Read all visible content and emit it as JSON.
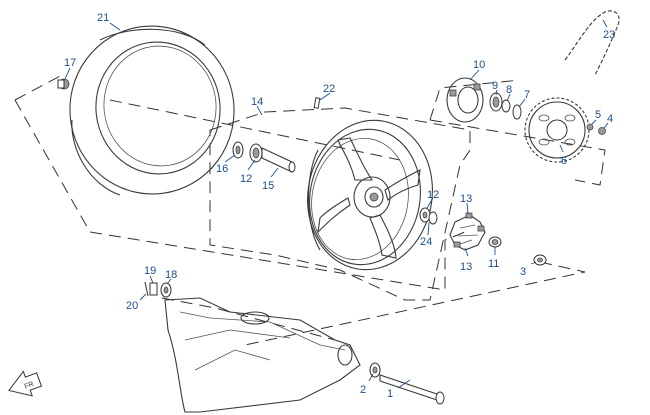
{
  "diagram": {
    "callouts": [
      {
        "id": "c1",
        "label": "1"
      },
      {
        "id": "c2",
        "label": "2"
      },
      {
        "id": "c3",
        "label": "3"
      },
      {
        "id": "c4",
        "label": "4"
      },
      {
        "id": "c5",
        "label": "5"
      },
      {
        "id": "c6",
        "label": "6"
      },
      {
        "id": "c7",
        "label": "7"
      },
      {
        "id": "c8",
        "label": "8"
      },
      {
        "id": "c9",
        "label": "9"
      },
      {
        "id": "c10",
        "label": "10"
      },
      {
        "id": "c11",
        "label": "11"
      },
      {
        "id": "c12a",
        "label": "12"
      },
      {
        "id": "c12b",
        "label": "12"
      },
      {
        "id": "c13a",
        "label": "13"
      },
      {
        "id": "c13b",
        "label": "13"
      },
      {
        "id": "c14",
        "label": "14"
      },
      {
        "id": "c15",
        "label": "15"
      },
      {
        "id": "c16",
        "label": "16"
      },
      {
        "id": "c17",
        "label": "17"
      },
      {
        "id": "c18",
        "label": "18"
      },
      {
        "id": "c19",
        "label": "19"
      },
      {
        "id": "c20",
        "label": "20"
      },
      {
        "id": "c21",
        "label": "21"
      },
      {
        "id": "c22",
        "label": "22"
      },
      {
        "id": "c23",
        "label": "23"
      },
      {
        "id": "c24",
        "label": "24"
      }
    ],
    "front_arrow_label": "FR"
  }
}
